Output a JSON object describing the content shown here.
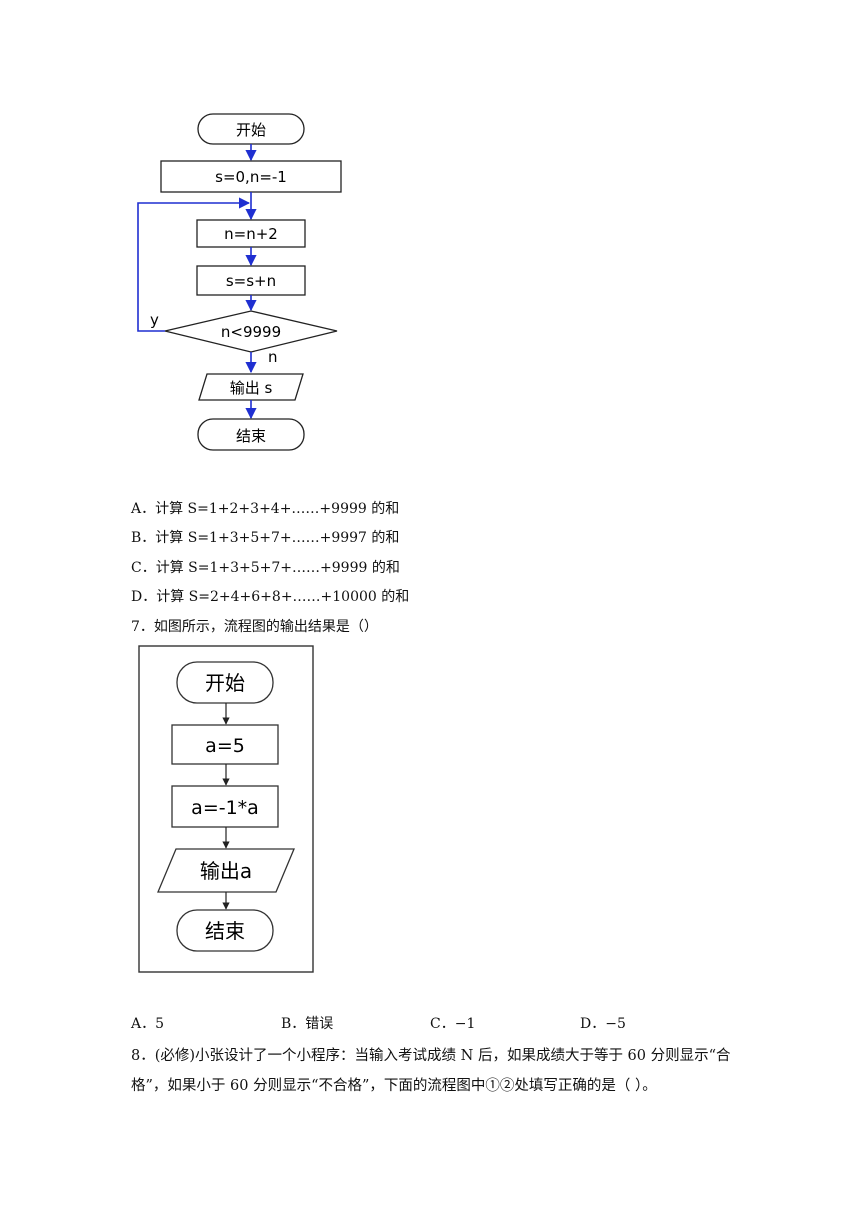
{
  "flowchart1": {
    "start": "开始",
    "init": "s=0,n=-1",
    "step1": "n=n+2",
    "step2": "s=s+n",
    "condition": "n<9999",
    "yes_label": "y",
    "no_label": "n",
    "output": "输出 s",
    "end": "结束"
  },
  "q6_options": [
    "A．计算 S=1+2+3+4+……+9999 的和",
    "B．计算 S=1+3+5+7+……+9997 的和",
    "C．计算 S=1+3+5+7+……+9999 的和",
    "D．计算 S=2+4+6+8+……+10000 的和"
  ],
  "q7": {
    "question": "7．如图所示，流程图的输出结果是（）",
    "flowchart": {
      "start": "开始",
      "step1": "a=5",
      "step2": "a=-1*a",
      "output": "输出a",
      "end": "结束"
    },
    "options": [
      "A．5",
      "B．错误",
      "C．−1",
      "D．−5"
    ]
  },
  "q8": {
    "line1": "8．(必修)小张设计了一个小程序：当输入考试成绩 N 后，如果成绩大于等于 60 分则显示“合",
    "line2": "格”，如果小于 60 分则显示“不合格”，下面的流程图中①②处填写正确的是（   ）。"
  }
}
